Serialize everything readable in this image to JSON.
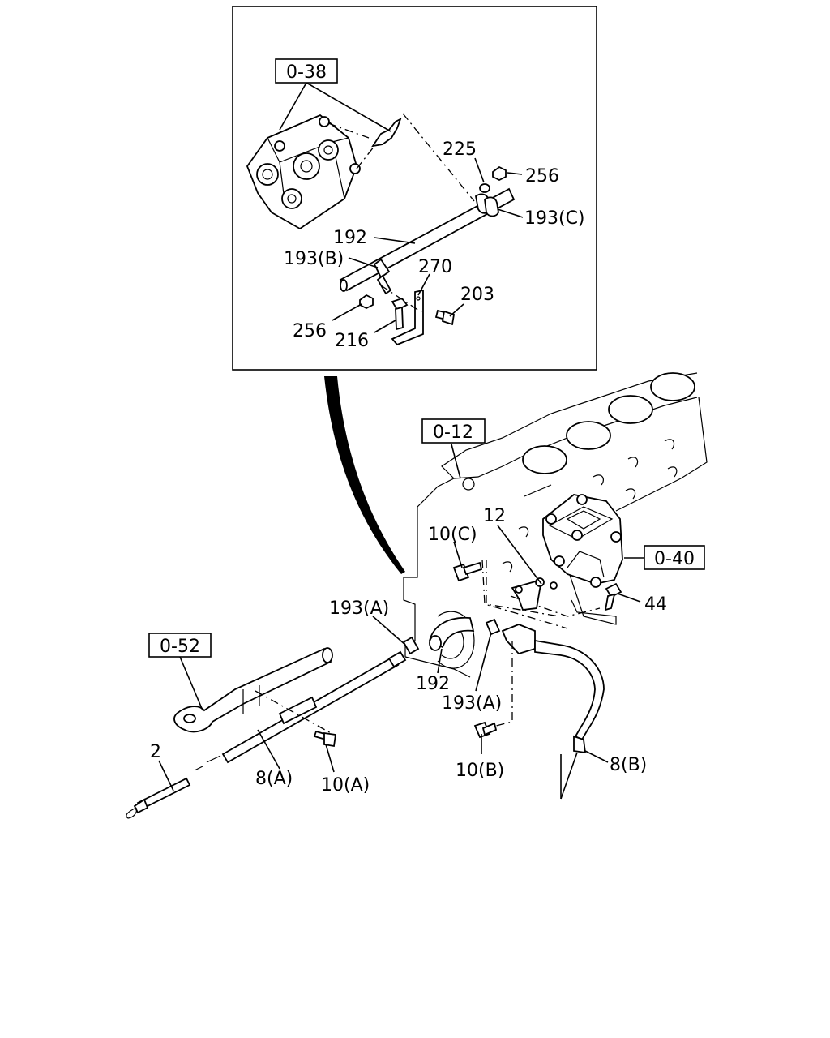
{
  "ref_labels": {
    "r038": "0-38",
    "r012": "0-12",
    "r040": "0-40",
    "r052": "0-52"
  },
  "detail_labels": {
    "p225": "225",
    "p256a": "256",
    "p193c": "193(C)",
    "p192": "192",
    "p193b": "193(B)",
    "p270": "270",
    "p203": "203",
    "p256b": "256",
    "p216": "216"
  },
  "main_labels": {
    "p12": "12",
    "p10c": "10(C)",
    "p44": "44",
    "p193a1": "193(A)",
    "p192": "192",
    "p193a2": "193(A)",
    "p2": "2",
    "p8a": "8(A)",
    "p10a": "10(A)",
    "p10b": "10(B)",
    "p8b": "8(B)"
  }
}
